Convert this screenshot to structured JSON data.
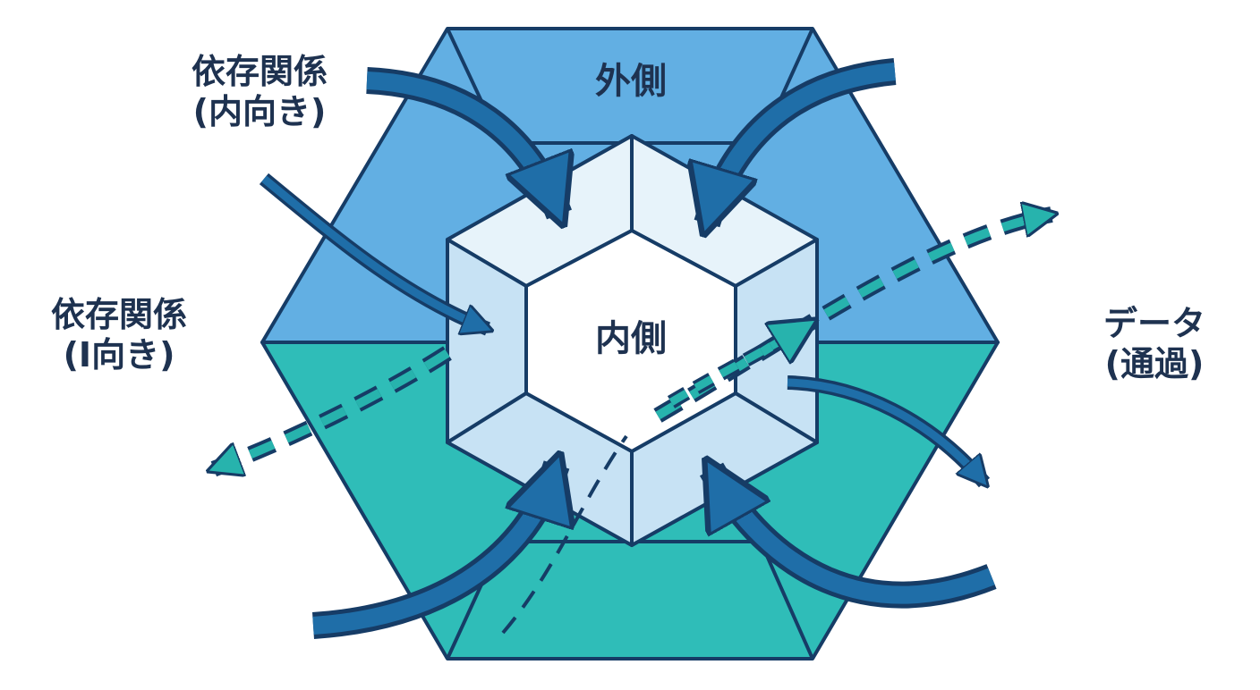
{
  "labels": {
    "outer": "外側",
    "inner": "内側",
    "dep_in": [
      "依存関係",
      "(内向き)"
    ],
    "dep_i": [
      "依存関係",
      "(I向き)"
    ],
    "data": [
      "データ",
      "(通過)"
    ]
  },
  "colors": {
    "outline": "#163c66",
    "outer_top": "#62afe3",
    "outer_bottom": "#2fbdb8",
    "inner_face": "#c7e2f4",
    "inner_face_light": "#e7f3fa",
    "center": "#ffffff",
    "dep_arrow": "#1f6ea8",
    "data_arrow": "#27b3ad",
    "text": "#1e3250"
  }
}
